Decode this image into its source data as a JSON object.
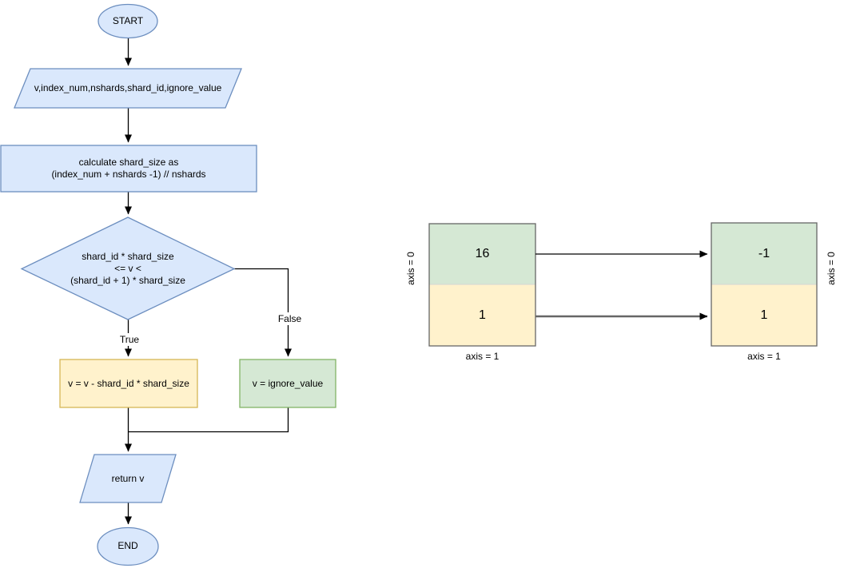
{
  "diagram": {
    "flowchart": {
      "start_label": "START",
      "input_text": "v,index_num,nshards,shard_id,ignore_value",
      "process_text": "calculate shard_size as\n(index_num + nshards -1) // nshards",
      "decision_text": "shard_id * shard_size\n<= v <\n(shard_id + 1) * shard_size",
      "true_branch_label": "True",
      "false_branch_label": "False",
      "true_action_text": "v = v - shard_id * shard_size",
      "false_action_text": "v = ignore_value",
      "output_text": "return v",
      "end_label": "END"
    },
    "tables": {
      "left": {
        "row_top_value": "16",
        "row_bottom_value": "1",
        "axis0_label": "axis = 0",
        "axis1_label": "axis = 1"
      },
      "right": {
        "row_top_value": "-1",
        "row_bottom_value": "1",
        "axis0_label": "axis = 0",
        "axis1_label": "axis = 1"
      }
    },
    "colors": {
      "blue_fill": "#dae8fc",
      "blue_stroke": "#6c8ebf",
      "yellow_fill": "#fff2cc",
      "yellow_stroke": "#d6b656",
      "green_fill": "#d5e8d4",
      "green_stroke": "#82b366",
      "table_outer_border": "#666666",
      "cell_divider": "#d5d5d5",
      "thin_arrow": "#000000",
      "thick_arrow": "#666666"
    }
  }
}
